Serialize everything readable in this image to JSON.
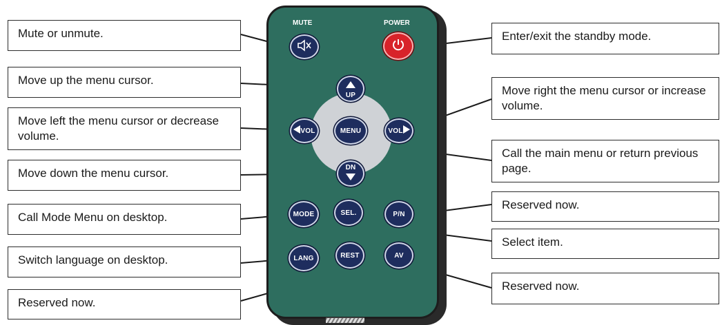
{
  "remote": {
    "mute_label": "MUTE",
    "power_label": "POWER",
    "buttons": {
      "up": "UP",
      "down": "DN",
      "vol_left": "VOL",
      "vol_right": "VOL",
      "menu": "MENU",
      "mode": "MODE",
      "sel": "SEL.",
      "pn": "P/N",
      "lang": "LANG",
      "rest": "REST",
      "av": "AV"
    }
  },
  "callouts": {
    "mute": "Mute or unmute.",
    "up": "Move up the menu cursor.",
    "left": "Move left the menu cursor or decrease volume.",
    "down": "Move down the menu cursor.",
    "mode": "Call Mode Menu on desktop.",
    "lang": "Switch language on desktop.",
    "rest": "Reserved now.",
    "power": "Enter/exit the standby mode.",
    "right": "Move right the menu cursor or increase volume.",
    "menu": "Call the main menu or return previous page.",
    "pn": "Reserved now.",
    "sel": "Select item.",
    "av": "Reserved now."
  },
  "colors": {
    "remote_body": "#2e6e5f",
    "button": "#1e2d5e",
    "power_button": "#d8232a",
    "dpad": "#cfd2d6"
  }
}
